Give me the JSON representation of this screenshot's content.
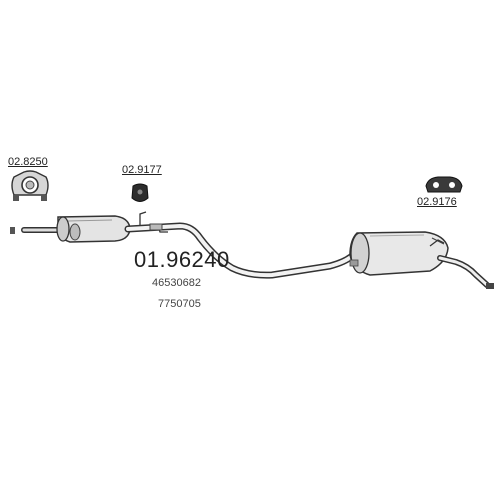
{
  "parts": {
    "clamp_left": {
      "code": "02.8250",
      "icon": "clamp-icon"
    },
    "rubber_mount_small": {
      "code": "02.9177",
      "icon": "rubber-mount-icon"
    },
    "rubber_mount_right": {
      "code": "02.9176",
      "icon": "rubber-mount-double-icon"
    }
  },
  "main_part": {
    "code": "01.96240",
    "references": [
      "46530682",
      "7750705"
    ]
  },
  "colors": {
    "line": "#333333",
    "fill_light": "#e6e6e6",
    "fill_mid": "#cfcfcf",
    "fill_dark": "#8a8a8a",
    "text": "#222222"
  }
}
